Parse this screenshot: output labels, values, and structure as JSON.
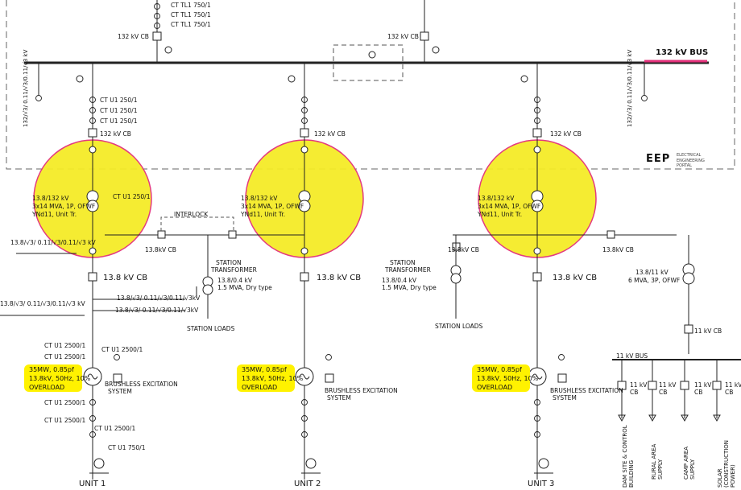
{
  "colors": {
    "highlight": "#fff200",
    "circle_fill": "#f5ec28",
    "circle_border": "#e2307a",
    "bus_accent": "#e2307a",
    "line": "#222222"
  },
  "bus_132": {
    "label": "132 kV BUS"
  },
  "bus_11": {
    "label": "11 kV BUS"
  },
  "top_ct": [
    "CT TL1 750/1",
    "CT TL1 750/1",
    "CT TL1 750/1"
  ],
  "top_cb_left": "132 kV CB",
  "top_cb_right": "132 kV CB",
  "vt_132": "132/√3/ 0.11/√3/0.11/√3 kV",
  "vt_132_right": "132/√3/ 0.11/√3/0.11/√3 kV",
  "logo": {
    "mark": "EEP",
    "line1": "ELECTRICAL",
    "line2": "ENGINEERING PORTAL"
  },
  "interlock": "INTERLOCK",
  "units": [
    {
      "ct_top": [
        "CT U1 250/1",
        "CT U1 250/1",
        "CT U1 250/1"
      ],
      "cb_132": "132 kV CB",
      "ct_inside": "CT U1 250/1",
      "transformer": [
        "13.8/132  kV",
        "3x14 MVA, 1P, OFWF",
        "YNd11, Unit Tr."
      ],
      "cb_13_8": "13.8 kV CB",
      "gen": [
        "35MW, 0.85pf",
        "13.8kV, 50Hz, 10%",
        "OVERLOAD"
      ],
      "excitation": [
        "BRUSHLESS EXCITATION",
        "SYSTEM"
      ],
      "label": "UNIT 1"
    },
    {
      "cb_132": "132 kV CB",
      "transformer": [
        "13.8/132  kV",
        "3x14 MVA, 1P, OFWF",
        "YNd11, Unit Tr."
      ],
      "cb_13_8": "13.8 kV CB",
      "gen": [
        "35MW, 0.85pf",
        "13.8kV, 50Hz, 10%",
        "OVERLOAD"
      ],
      "excitation": [
        "BRUSHLESS EXCITATION",
        "SYSTEM"
      ],
      "label": "UNIT 2"
    },
    {
      "cb_132": "132 kV CB",
      "transformer": [
        "13.8/132  kV",
        "3x14 MVA, 1P, OFWF",
        "YNd11, Unit Tr."
      ],
      "cb_13_8": "13.8 kV CB",
      "gen": [
        "35MW, 0.85pf",
        "13.8kV, 50Hz, 10%",
        "OVERLOAD"
      ],
      "excitation": [
        "BRUSHLESS EXCITATION",
        "SYSTEM"
      ],
      "label": "UNIT 3"
    }
  ],
  "vt_13_8_left": "13.8/√3/ 0.11/√3/0.11/√3 kV",
  "vt_13_8_unit1a": "13.8/√3/ 0.11/√3/0.11/√3 kV",
  "vt_13_8_unit1b": "13.8/√3/ 0.11/√3/0.11/√3kV",
  "vt_13_8_unit1c": "13.8/√3/ 0.11/√3/0.11/√3kV",
  "cb_13_8_small_1": "13.8kV CB",
  "cb_13_8_small_2": "13.8kV CB",
  "cb_13_8_small_3": "13.8kV CB",
  "station_tr_1": {
    "title": [
      "STATION",
      "TRANSFORMER"
    ],
    "ratio": "13.8/0.4 kV",
    "rating": "1.5 MVA, Dry type",
    "loads": "STATION LOADS"
  },
  "station_tr_2": {
    "title": [
      "STATION",
      "TRANSFORMER"
    ],
    "ratio": "13.8/0.4 kV",
    "rating": "1.5 MVA, Dry type",
    "loads": "STATION LOADS"
  },
  "ct_unit1_lower": [
    "CT U1 2500/1",
    "CT U1 2500/1",
    "CT U1 2500/1",
    "CT U1 2500/1",
    "CT U1 2500/1",
    "CT U1 2500/1",
    "CT U1 750/1"
  ],
  "aux_tr": {
    "ratio": "13.8/11 kV",
    "rating": "6 MVA, 3P, OFWF",
    "cb": "11 kV CB"
  },
  "feeders": [
    {
      "cb": [
        "11 kV",
        "CB"
      ],
      "name": "DAM SITE & CONTROL BUILDING"
    },
    {
      "cb": [
        "11 kV",
        "CB"
      ],
      "name": "RURAL AREA SUPPLY"
    },
    {
      "cb": [
        "11 kV",
        "CB"
      ],
      "name": "CAMP AREA SUPPLY"
    },
    {
      "cb": [
        "11 kV",
        "CB"
      ],
      "name": "SOLAR (CONSTRUCTION POWER)"
    }
  ]
}
